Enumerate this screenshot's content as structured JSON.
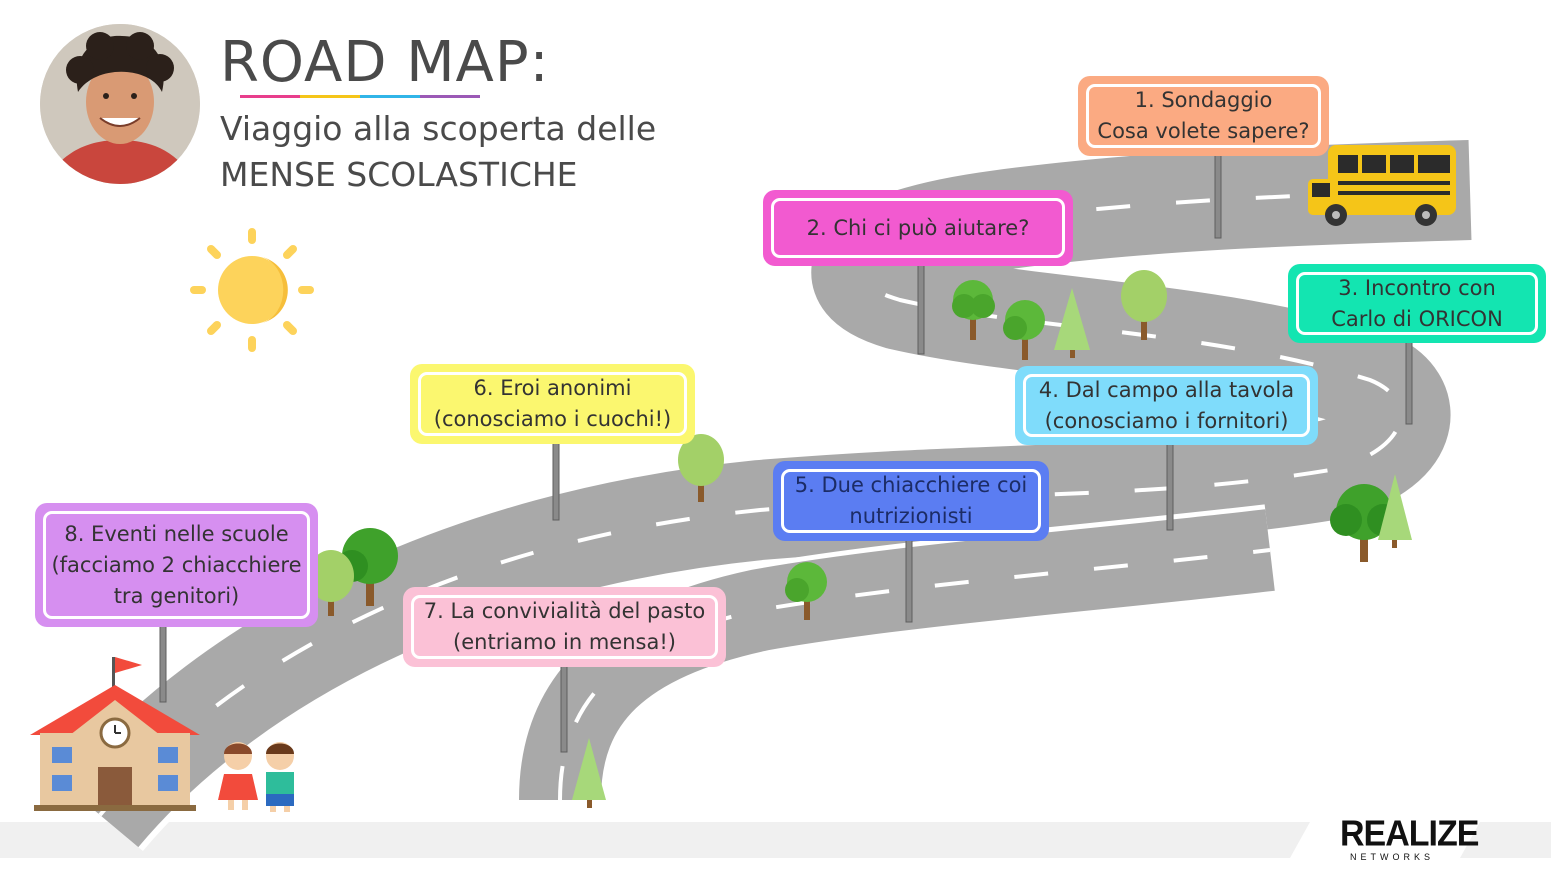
{
  "header": {
    "title": "ROAD MAP:",
    "subtitle_line1": "Viaggio alla scoperta delle",
    "subtitle_line2": "MENSE SCOLASTICHE"
  },
  "steps": [
    {
      "label": "1. Sondaggio\nCosa volete sapere?",
      "color": "#fbaa82"
    },
    {
      "label": "2. Chi ci può aiutare?",
      "color": "#f25ad0"
    },
    {
      "label": "3. Incontro con\nCarlo di ORICON",
      "color": "#13e5b1"
    },
    {
      "label": "4. Dal campo alla tavola\n(conosciamo i fornitori)",
      "color": "#7fdcfb"
    },
    {
      "label": "5. Due chiacchiere coi\nnutrizionisti",
      "color": "#5b7df2"
    },
    {
      "label": "6. Eroi anonimi\n(conosciamo i cuochi!)",
      "color": "#fbf76f"
    },
    {
      "label": "7. La convivialità del pasto\n(entriamo in mensa!)",
      "color": "#fbc1d6"
    },
    {
      "label": "8. Eventi nelle scuole\n(facciamo 2 chiacchiere\ntra genitori)",
      "color": "#d68ff0"
    }
  ],
  "brand": {
    "logo_main": "REALIZE",
    "logo_sub": "NETWORKS"
  },
  "colors": {
    "road": "#a9a9a9",
    "road_edge": "#ffffff",
    "footer_band": "#f0f0f0",
    "sun": "#fdd35b",
    "bus": "#f5c518"
  }
}
